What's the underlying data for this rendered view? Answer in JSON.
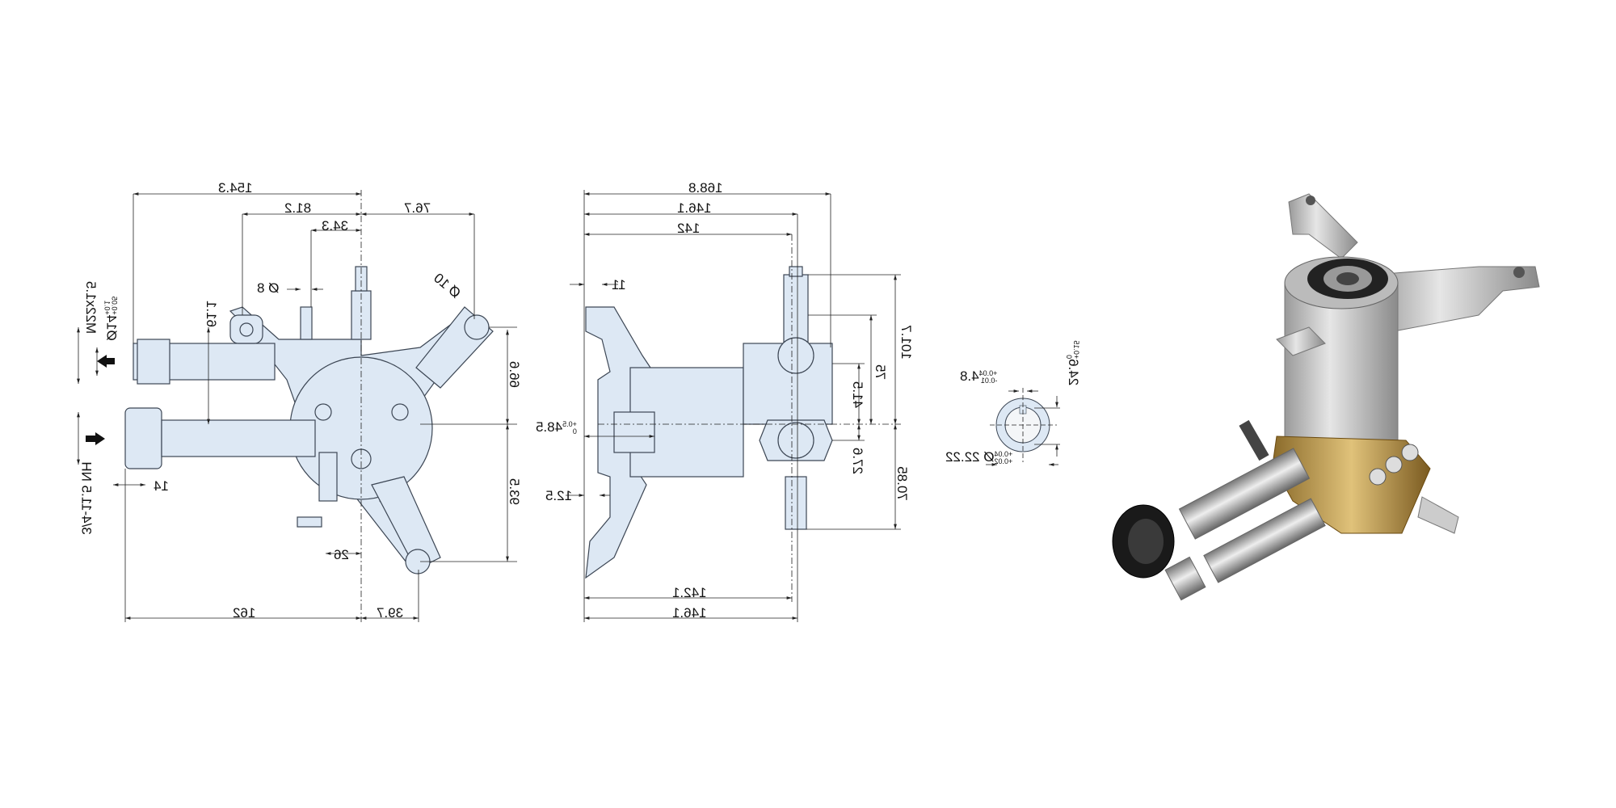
{
  "side_view": {
    "dims": {
      "overall_width_top": "154.3",
      "d_81": "81.2",
      "d_76": "76.7",
      "d_34": "34.3",
      "dia_8": "Ø 8",
      "dia_10": "Ø 10",
      "d_61": "61.1",
      "outlet_thread": "M22x1.5",
      "outlet_dia": "Ø14",
      "outlet_dia_tol_upper": "+0.05",
      "outlet_dia_tol_lower": "+0.1",
      "d_66": "66.6",
      "d_93": "93.5",
      "inlet_thread": "3/4-11.5 NH",
      "d_14": "14",
      "d_26": "26",
      "overall_width_bottom": "162",
      "d_39": "39.7"
    }
  },
  "front_view": {
    "dims": {
      "d_168": "168.8",
      "d_146_top": "146.1",
      "d_142": "142",
      "d_11": "11",
      "d_48": "48.5",
      "d_48_tol_upper": "+0.5",
      "d_48_tol_lower": "0",
      "d_12": "12.5",
      "d_101": "101.7",
      "d_75": "75",
      "d_41": "41.5",
      "d_27": "27.6",
      "d_70": "70.85",
      "d_142_bottom": "142.1",
      "d_146_bottom": "146.1"
    }
  },
  "shaft_section": {
    "dims": {
      "key_width": "4.8",
      "key_tol_upper": "+0.04",
      "key_tol_lower": "-0.01",
      "key_height": "24.6",
      "key_height_tol_upper": "+0.15",
      "key_height_tol_lower": "0",
      "shaft_dia": "Ø 22.22",
      "shaft_tol_upper": "+0.04",
      "shaft_tol_lower": "+0.02"
    }
  },
  "colors": {
    "part_fill": "#dde8f4",
    "line": "#3c4654",
    "dim": "#222222"
  }
}
